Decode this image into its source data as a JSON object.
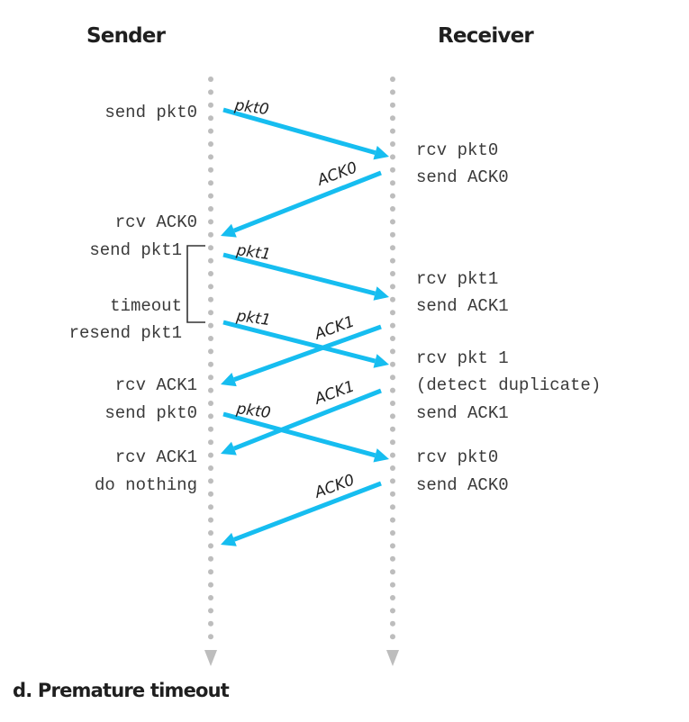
{
  "diagram": {
    "title_sender": "Sender",
    "title_receiver": "Receiver",
    "caption": "d. Premature timeout",
    "arrow_color": "#16bdf0",
    "timeline_color": "#bdbdbd",
    "sender_events": [
      "send pkt0",
      "rcv ACK0",
      "send pkt1",
      "timeout",
      "resend pkt1",
      "rcv ACK1",
      "send pkt0",
      "rcv ACK1",
      "do nothing"
    ],
    "receiver_events": [
      "rcv pkt0",
      "send ACK0",
      "rcv pkt1",
      "send ACK1",
      "rcv pkt 1",
      "(detect duplicate)",
      "send ACK1",
      "rcv pkt0",
      "send ACK0"
    ],
    "messages": [
      {
        "label": "pkt0",
        "direction": "sender-to-receiver"
      },
      {
        "label": "ACK0",
        "direction": "receiver-to-sender"
      },
      {
        "label": "pkt1",
        "direction": "sender-to-receiver"
      },
      {
        "label": "pkt1",
        "direction": "sender-to-receiver"
      },
      {
        "label": "ACK1",
        "direction": "receiver-to-sender"
      },
      {
        "label": "ACK1",
        "direction": "receiver-to-sender"
      },
      {
        "label": "pkt0",
        "direction": "sender-to-receiver"
      },
      {
        "label": "ACK0",
        "direction": "receiver-to-sender"
      }
    ],
    "timeout_bracket": {
      "from_event": "send pkt1",
      "to_event": "resend pkt1",
      "label": "timeout"
    }
  }
}
